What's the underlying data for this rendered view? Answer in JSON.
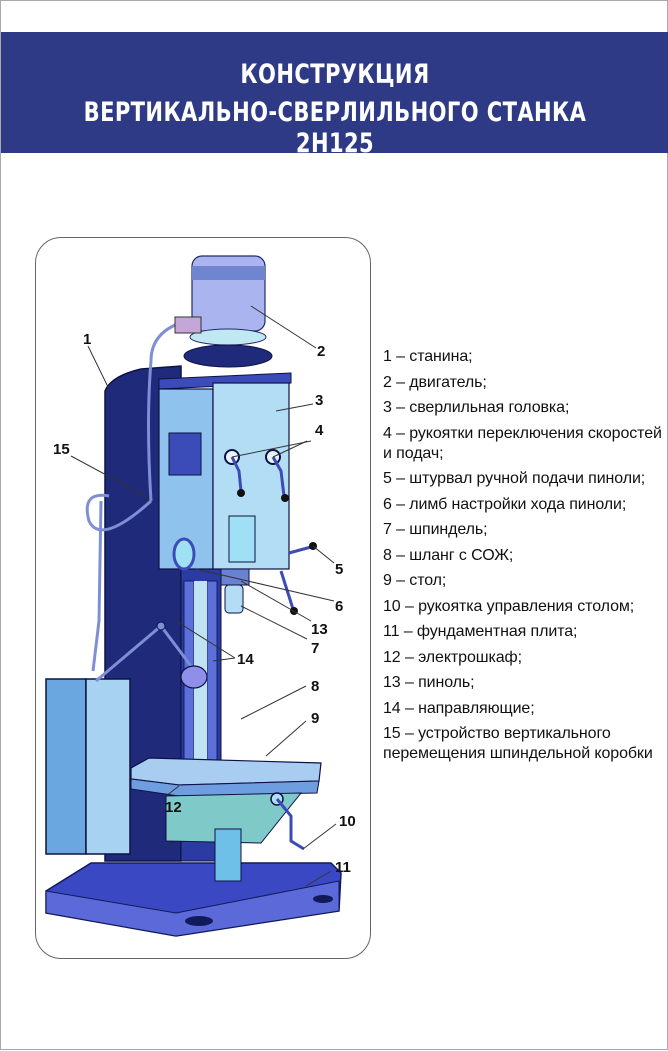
{
  "header": {
    "title_line1": "КОНСТРУКЦИЯ",
    "title_line2": "ВЕРТИКАЛЬНО-СВЕРЛИЛЬНОГО СТАНКА 2Н125",
    "background": "#2e3a85"
  },
  "diagram": {
    "callouts": [
      "1",
      "2",
      "3",
      "4",
      "5",
      "6",
      "7",
      "8",
      "9",
      "10",
      "11",
      "12",
      "13",
      "14",
      "15"
    ],
    "colors": {
      "column_dark": "#1f2a7a",
      "head_light": "#9fd0ef",
      "motor": "#aab4ee",
      "cabinet": "#8fc3ea",
      "base": "#3a48c4",
      "table": "#a8cdf0"
    }
  },
  "legend": {
    "items": [
      "1 – станина;",
      "2 – двигатель;",
      "3 – сверлильная головка;",
      "4 – рукоятки переключения скоростей и подач;",
      "5 – штурвал ручной подачи пиноли;",
      "6 – лимб настройки хода пиноли;",
      "7 – шпиндель;",
      "8 – шланг с СОЖ;",
      "9 – стол;",
      "10 – рукоятка управления столом;",
      "11 – фундаментная плита;",
      "12 – электрошкаф;",
      "13 – пиноль;",
      "14 – направляющие;",
      "15 – устройство вертикального перемещения шпиндельной коробки"
    ]
  }
}
